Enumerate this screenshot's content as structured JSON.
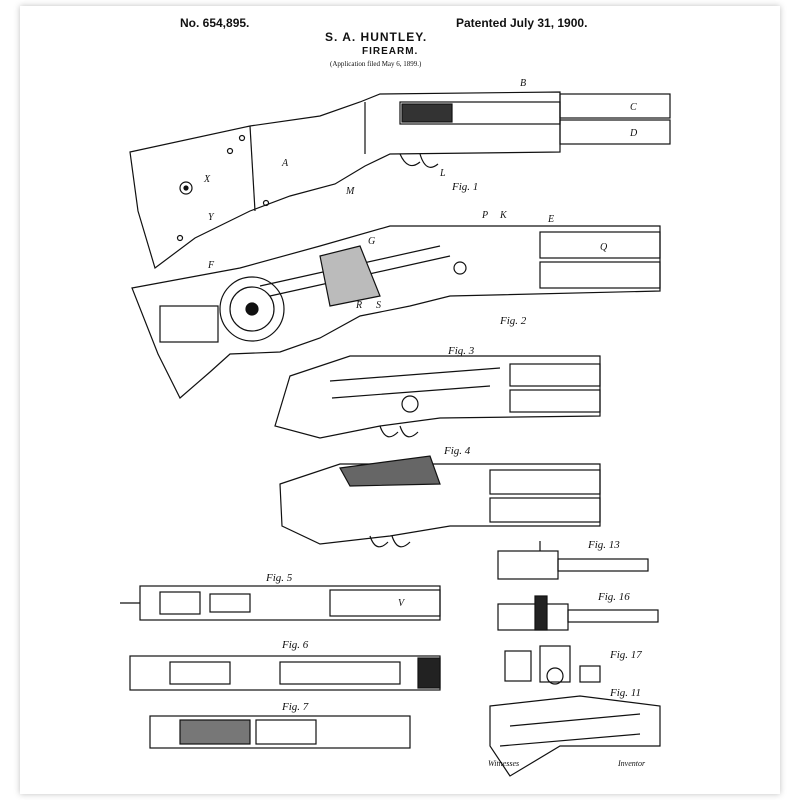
{
  "header": {
    "patent_number": "No. 654,895.",
    "inventor": "S. A. HUNTLEY.",
    "patented": "Patented July 31, 1900.",
    "title": "FIREARM.",
    "filed": "(Application filed May 6, 1899.)"
  },
  "figures": {
    "fig1": "Fig. 1",
    "fig2": "Fig. 2",
    "fig3": "Fig. 3",
    "fig4": "Fig. 4",
    "fig5": "Fig. 5",
    "fig6": "Fig. 6",
    "fig7": "Fig. 7",
    "fig13": "Fig. 13",
    "fig16": "Fig. 16",
    "fig17": "Fig. 17",
    "fig11": "Fig. 11"
  },
  "labels": {
    "A": "A",
    "B": "B",
    "C": "C",
    "D": "D",
    "E": "E",
    "F": "F",
    "G": "G",
    "K": "K",
    "L": "L",
    "M": "M",
    "P": "P",
    "Q": "Q",
    "R": "R",
    "S": "S",
    "V": "V",
    "X": "X",
    "Y": "Y"
  },
  "signatures": {
    "witnesses": "Witnesses",
    "inventor_label": "Inventor"
  },
  "colors": {
    "ink": "#111111",
    "paper": "#ffffff"
  }
}
